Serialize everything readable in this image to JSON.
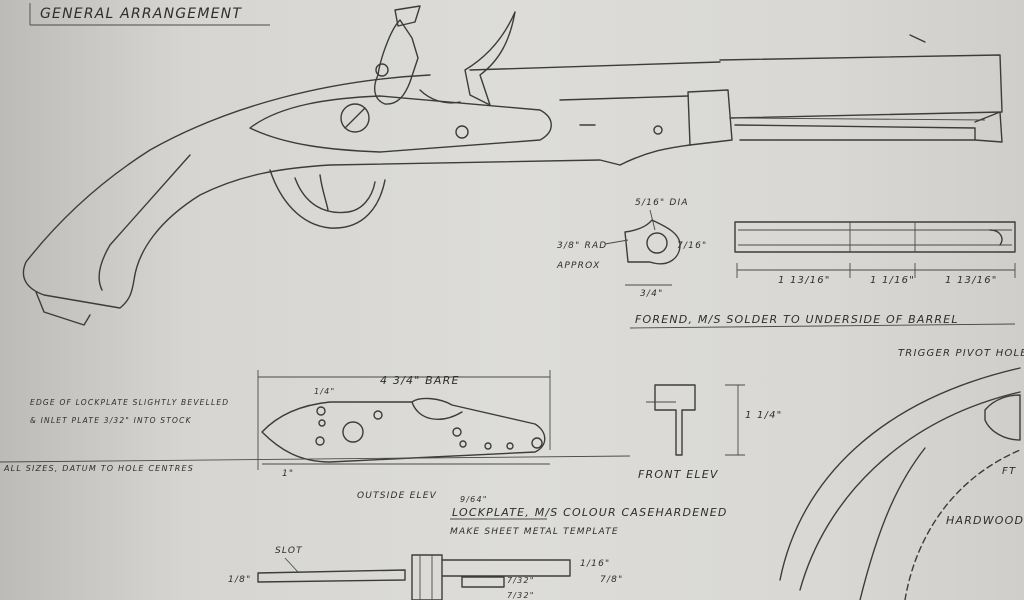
{
  "title": "GENERAL ARRANGEMENT",
  "forend": {
    "dia_label": "5/16\" DIA",
    "rad_label": "3/8\" RAD",
    "approx_label": "APPROX",
    "height_label": "7/16\"",
    "width_label": "3/4\"",
    "seg1": "1 13/16\"",
    "seg2": "1 1/16\"",
    "seg3": "1 13/16\"",
    "caption": "FOREND, M/S   SOLDER TO UNDERSIDE OF BARREL"
  },
  "trigger_pivot_label": "TRIGGER PIVOT HOLE",
  "hardwood_label": "HARDWOOD",
  "ft_label": "FT",
  "lockplate": {
    "bare_label": "4 3/4\" BARE",
    "bevel_note_1": "EDGE OF LOCKPLATE SLIGHTLY BEVELLED",
    "bevel_note_2": "& INLET PLATE 3/32\" INTO STOCK",
    "datum_note": "ALL SIZES, DATUM TO HOLE CENTRES",
    "top_dim": "1/4\"",
    "left_dim": "1\"",
    "outside_elev": "OUTSIDE ELEV",
    "bottom_dim": "9/64\"",
    "caption": "LOCKPLATE, M/S COLOUR CASEHARDENED",
    "caption2": "MAKE SHEET METAL TEMPLATE"
  },
  "front_elev": {
    "dim": "1 1/4\"",
    "label": "FRONT ELEV"
  },
  "bottom": {
    "slot_label": "SLOT",
    "left_dim": "1/8\"",
    "right_dim1": "1/16\"",
    "right_dim2": "7/8\"",
    "small_dim1": "7/32\"",
    "small_dim2": "7/32\""
  }
}
